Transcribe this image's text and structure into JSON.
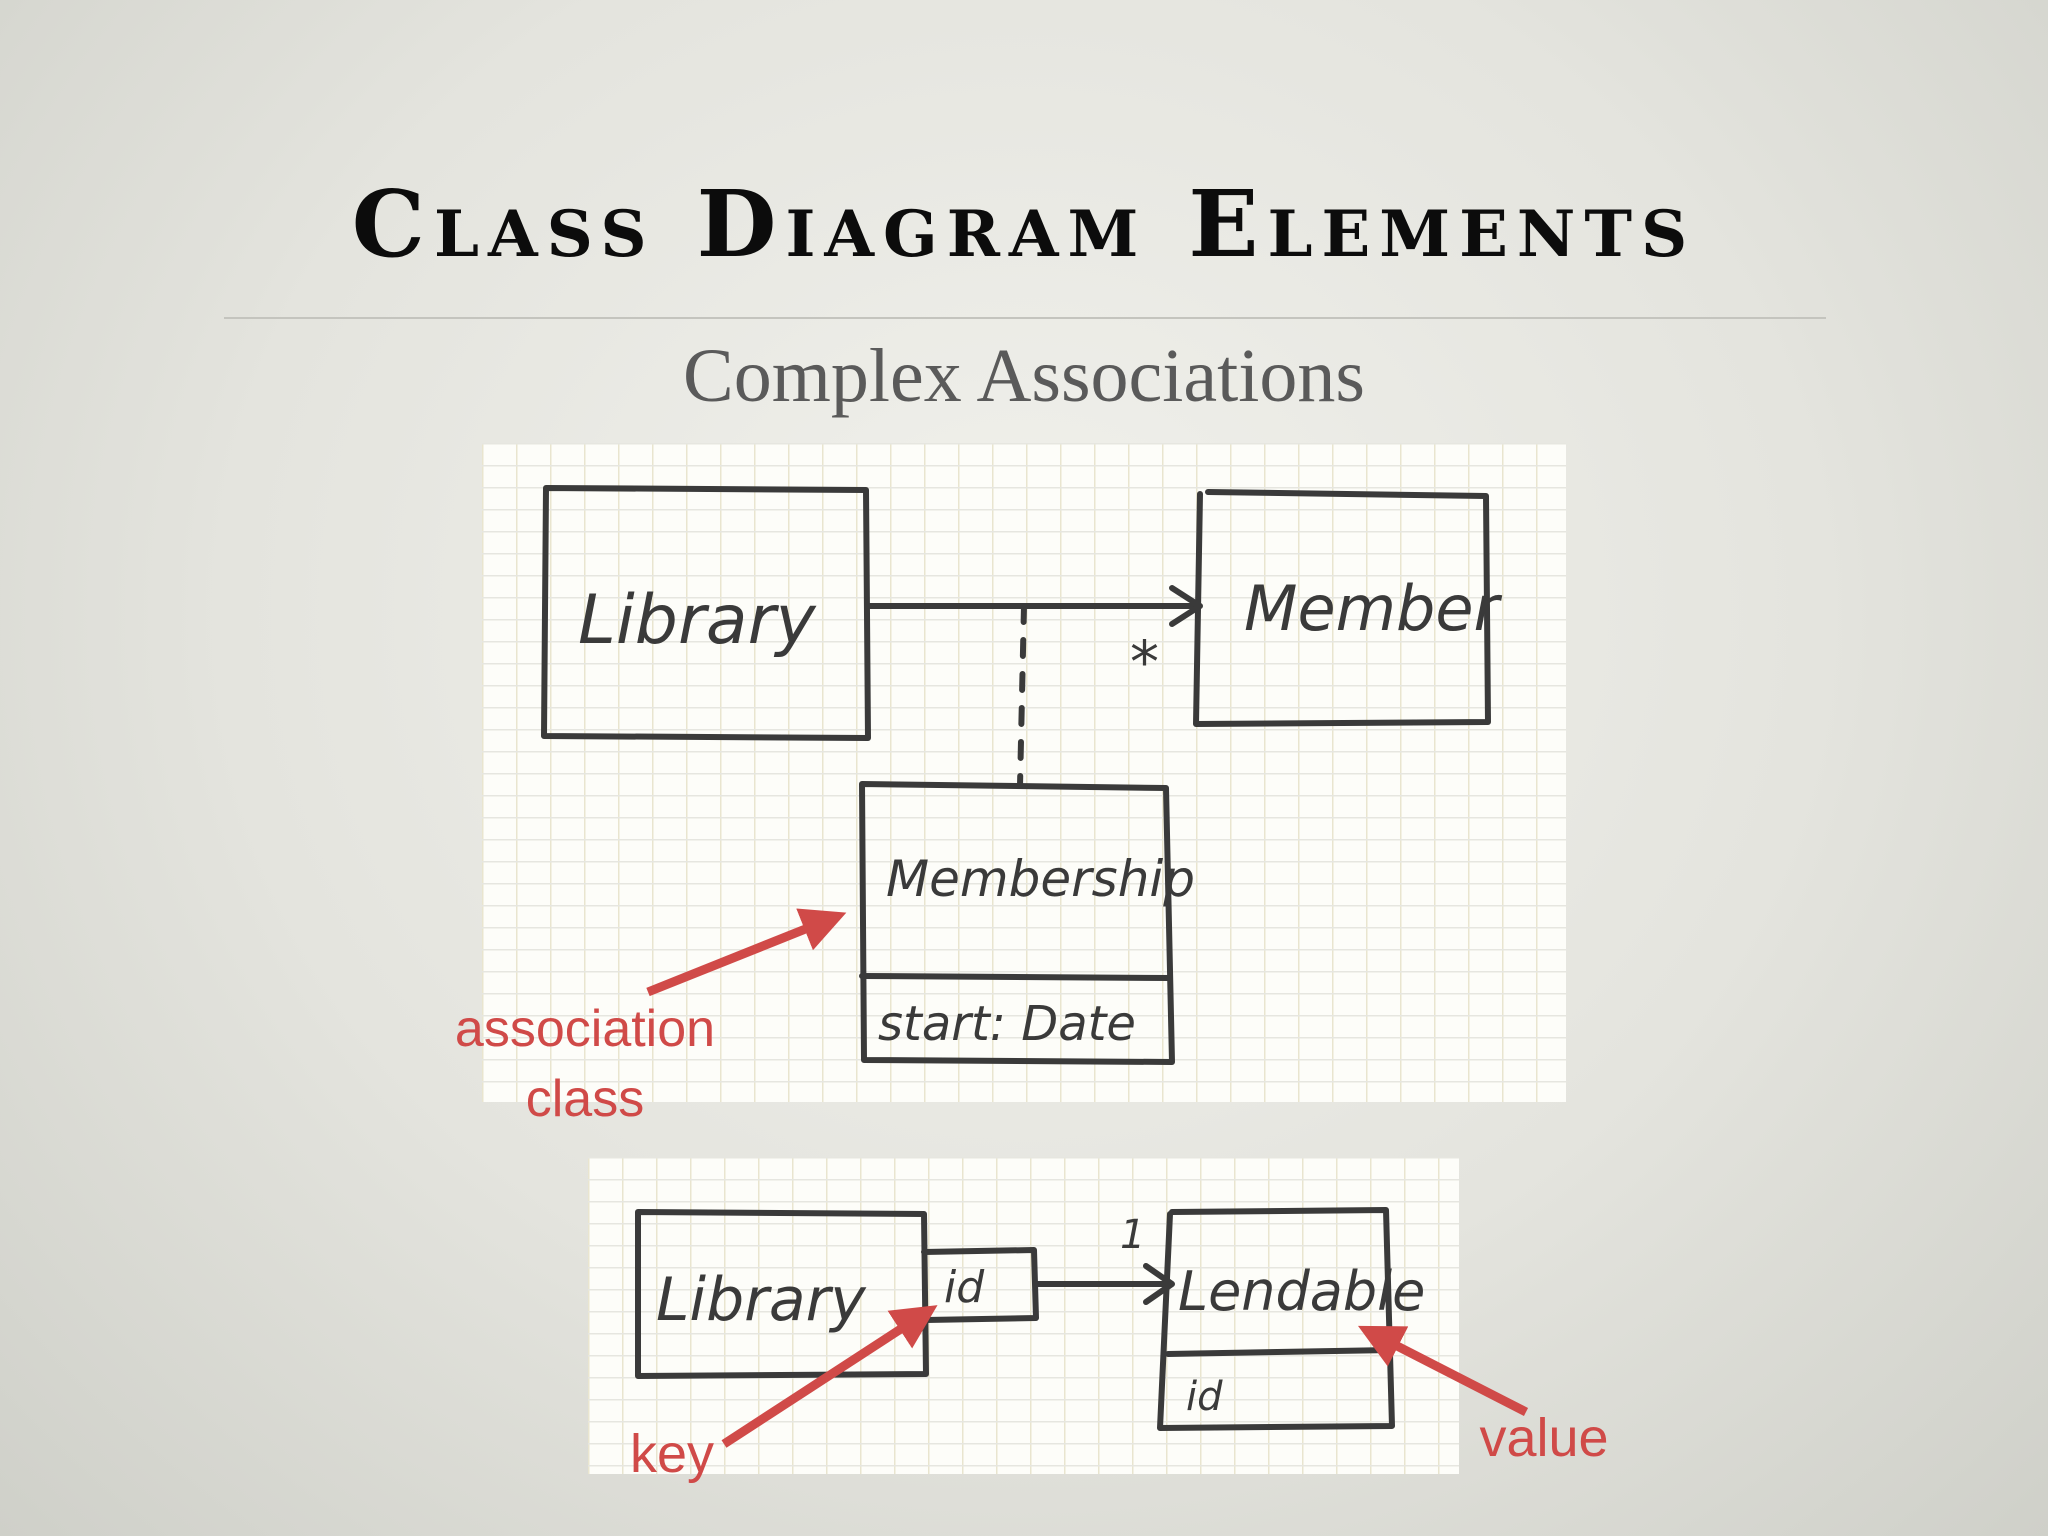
{
  "slide": {
    "title": "Class Diagram Elements",
    "subtitle": "Complex Associations"
  },
  "diagram_top": {
    "classes": {
      "library": "Library",
      "member": "Member",
      "membership": "Membership",
      "membership_attribute": "start: Date"
    },
    "multiplicity": "*",
    "annotation": {
      "line1": "association",
      "line2": "class"
    }
  },
  "diagram_bottom": {
    "classes": {
      "library": "Library",
      "qualifier": "id",
      "lendable": "Lendable",
      "lendable_attribute": "id"
    },
    "multiplicity": "1",
    "annotations": {
      "key": "key",
      "value": "value"
    }
  },
  "colors": {
    "annotation": "#d04a48",
    "ink": "#3a3a3a",
    "title": "#0c0c0c",
    "subtitle": "#5a5a5a"
  }
}
